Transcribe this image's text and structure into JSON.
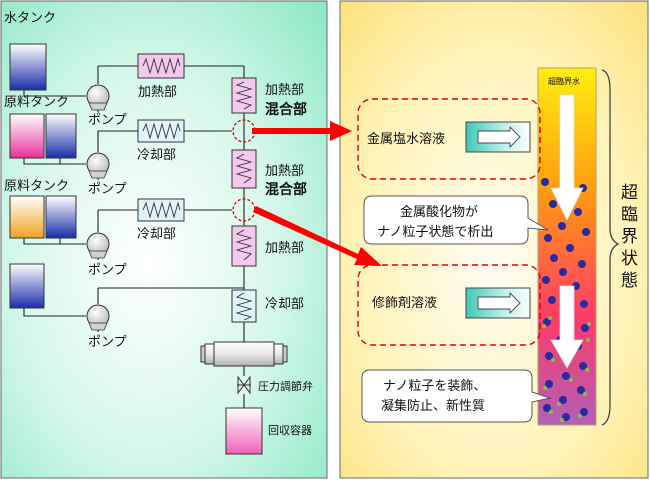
{
  "left_panel": {
    "water_tank": "水タンク",
    "feed_tank_1": "原料タンク",
    "feed_tank_2": "原料タンク",
    "pump_1": "ポンプ",
    "pump_2": "ポンプ",
    "pump_3": "ポンプ",
    "pump_4": "ポンプ",
    "heater_top": "加熱部",
    "cooler_1": "冷却部",
    "cooler_2": "冷却部",
    "heater_1": "加熱部",
    "heater_2": "加熱部",
    "heater_3": "加熱部",
    "mixer_1": "混合部",
    "mixer_2": "混合部",
    "cooler_main": "冷却部",
    "pressure_valve": "圧力調節弁",
    "recovery_vessel": "回収容器"
  },
  "right_panel": {
    "column_label": "超臨界水",
    "metal_salt": "金属塩水溶液",
    "oxide_line1": "金属酸化物が",
    "oxide_line2": "ナノ粒子状態で析出",
    "modifier": "修飾剤溶液",
    "deco_line1": "ナノ粒子を装飾、",
    "deco_line2": "凝集防止、新性質",
    "state_chars": [
      "超",
      "臨",
      "界",
      "状",
      "態"
    ]
  },
  "colors": {
    "left_bg": "#a8f0d4",
    "right_bg": "#fde98a",
    "arrow_red": "#ff0000",
    "particle": "#2a2aa0",
    "modifier_particle": "#7cc83a"
  }
}
